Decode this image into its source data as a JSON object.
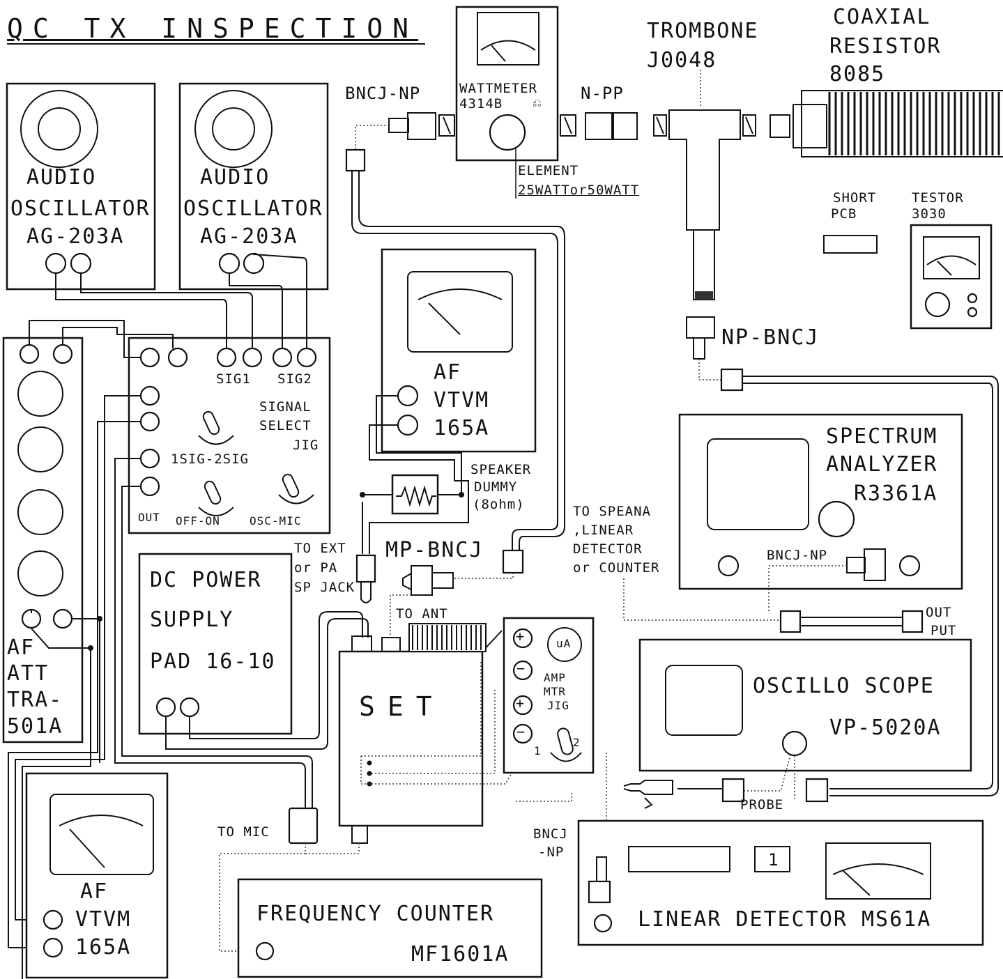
{
  "title": "QC TX INSPECTION",
  "wattmeter": {
    "name": "WATTMETER",
    "model": "4314B",
    "element": "ELEMENT",
    "element_spec": "25WATTor50WATT"
  },
  "connectors": {
    "bncj_np_top": "BNCJ-NP",
    "n_pp": "N-PP",
    "np_bncj": "NP-BNCJ",
    "mp_bncj": "MP-BNCJ",
    "bncj_np_spec": "BNCJ-NP",
    "bncj_np_ld_1": "BNCJ",
    "bncj_np_ld_2": "-NP"
  },
  "trombone": {
    "name": "TROMBONE",
    "model": "J0048"
  },
  "coaxial": {
    "line1": "COAXIAL",
    "line2": "RESISTOR",
    "model": "8085"
  },
  "short_pcb": {
    "line1": "SHORT",
    "line2": "PCB"
  },
  "testor": {
    "name": "TESTOR",
    "model": "3030"
  },
  "audio_osc_1": {
    "line1": "AUDIO",
    "line2": "OSCILLATOR",
    "model": "AG-203A"
  },
  "audio_osc_2": {
    "line1": "AUDIO",
    "line2": "OSCILLATOR",
    "model": "AG-203A"
  },
  "af_vtvm_top": {
    "line1": "AF",
    "line2": "VTVM",
    "model": "165A"
  },
  "af_vtvm_bottom": {
    "line1": "AF",
    "line2": "VTVM",
    "model": "165A"
  },
  "signal_jig": {
    "sig1": "SIG1",
    "sig2": "SIG2",
    "line1": "SIGNAL",
    "line2": "SELECT",
    "line3": "JIG",
    "sw1": "1SIG-2SIG",
    "out": "OUT",
    "sw2": "OFF-ON",
    "sw3": "OSC-MIC"
  },
  "speaker": {
    "line1": "SPEAKER",
    "line2": "DUMMY",
    "line3": "(8ohm)"
  },
  "to_ext": {
    "line1": "TO EXT",
    "line2": "or PA",
    "line3": "SP JACK"
  },
  "to_speana": {
    "line1": "TO SPEANA",
    "line2": ",LINEAR",
    "line3": "DETECTOR",
    "line4": "or COUNTER"
  },
  "spectrum": {
    "line1": "SPECTRUM",
    "line2": "ANALYZER",
    "model": "R3361A"
  },
  "af_att": {
    "line1": "AF",
    "line2": "ATT",
    "line3": "TRA-",
    "line4": "501A"
  },
  "dc_power": {
    "line1": "DC POWER",
    "line2": "SUPPLY",
    "model": "PAD 16-10"
  },
  "to_ant": "TO ANT",
  "set_label": "SET",
  "amp_jig": {
    "meter": "uA",
    "line1": "AMP",
    "line2": "MTR",
    "line3": "JIG",
    "pos1": "1",
    "pos2": "2"
  },
  "output": {
    "line1": "OUT",
    "line2": "PUT"
  },
  "oscilloscope": {
    "name": "OSCILLO SCOPE",
    "model": "VP-5020A"
  },
  "probe": "PROBE",
  "to_mic": "TO MIC",
  "freq_counter": {
    "name": "FREQUENCY COUNTER",
    "model": "MF1601A"
  },
  "linear_detector": {
    "name": "LINEAR DETECTOR MS61A",
    "digit": "1"
  }
}
